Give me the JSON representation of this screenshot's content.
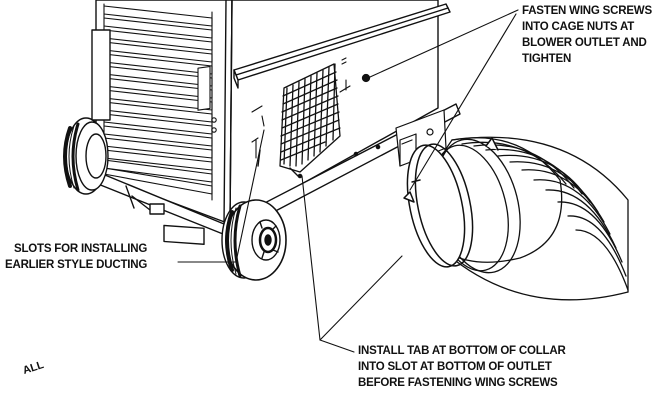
{
  "callouts": {
    "fasten": {
      "lines": [
        "FASTEN WING SCREWS",
        "INTO CAGE NUTS AT",
        "BLOWER OUTLET AND",
        "TIGHTEN"
      ]
    },
    "slots": {
      "lines": [
        "SLOTS FOR INSTALLING",
        "EARLIER STYLE DUCTING"
      ]
    },
    "install": {
      "lines": [
        "INSTALL TAB AT BOTTOM OF COLLAR",
        "INTO SLOT AT BOTTOM OF OUTLET",
        "BEFORE FASTENING WING SCREWS"
      ]
    }
  },
  "cutoff_text": "ALL",
  "colors": {
    "ink": "#111111",
    "background": "#ffffff"
  }
}
